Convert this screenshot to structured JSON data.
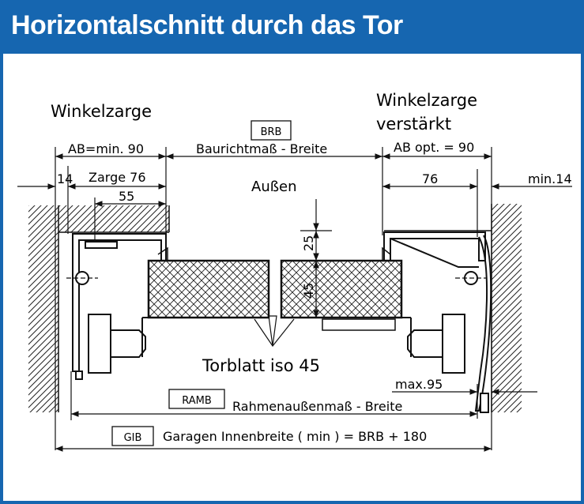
{
  "header": {
    "title": "Horizontalschnitt durch das Tor",
    "background_color": "#1666b0",
    "text_color": "#ffffff"
  },
  "labels": {
    "left_frame": "Winkelzarge",
    "right_frame_line1": "Winkelzarge",
    "right_frame_line2": "verstärkt",
    "outside": "Außen",
    "door_leaf": "Torblatt iso 45"
  },
  "boxes": {
    "brb": "BRB",
    "ramb": "RAMB",
    "gib": "GIB"
  },
  "dimensions": {
    "ab_min": "AB=min. 90",
    "baurichtmass": "Baurichtmaß - Breite",
    "ab_opt": "AB opt. = 90",
    "d14": "14",
    "zarge76": "Zarge 76",
    "d55": "55",
    "d76": "76",
    "min14": "min.14",
    "d25": "25",
    "d45": "45",
    "max95": "max.95",
    "rahmen": "Rahmenaußenmaß - Breite",
    "garagen": "Garagen Innenbreite ( min ) = BRB + 180"
  }
}
